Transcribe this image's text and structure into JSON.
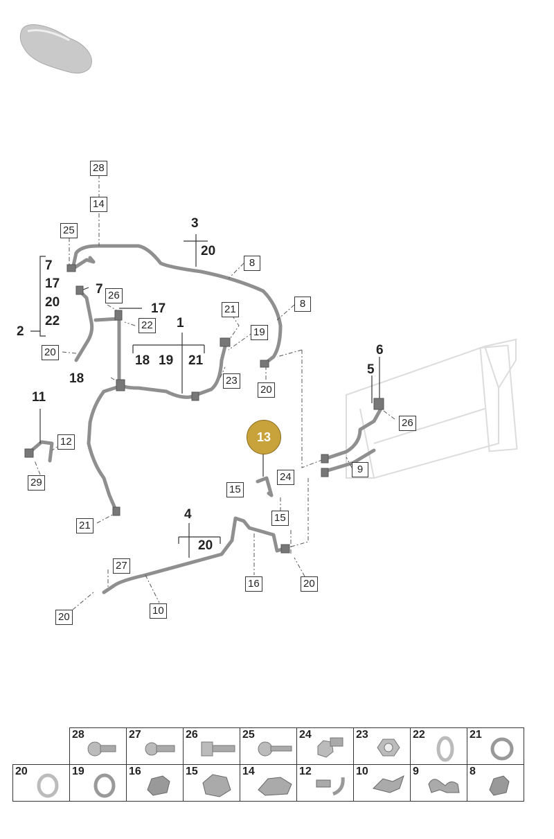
{
  "colors": {
    "part": "#8f8f8f",
    "part_dark": "#666666",
    "radiator": "#d9d9d9",
    "badge": "#c8a23a"
  },
  "badge": "13",
  "labels": {
    "l28a": "28",
    "l14": "14",
    "l25": "25",
    "l3": "3",
    "l20a": "20",
    "l8a": "8",
    "l7": "7",
    "l17": "17",
    "l20b": "20",
    "l22": "22",
    "l7b": "7",
    "l26": "26",
    "l17b": "17",
    "l22b": "22",
    "l2": "2",
    "l21a": "21",
    "l8b": "8",
    "l1": "1",
    "l19": "19",
    "l20c": "20",
    "l18": "18",
    "l19b": "19",
    "l21b": "21",
    "l23": "23",
    "l20d": "20",
    "l18b": "18",
    "l6": "6",
    "l5": "5",
    "l26b": "26",
    "l11": "11",
    "l12": "12",
    "l9": "9",
    "l29": "29",
    "l24": "24",
    "l15": "15",
    "l15b": "15",
    "l21c": "21",
    "l4": "4",
    "l20e": "20",
    "l27": "27",
    "l16": "16",
    "l20f": "20",
    "l20g": "20",
    "l10": "10"
  },
  "legend": {
    "row1": [
      "28",
      "27",
      "26",
      "25",
      "24",
      "23",
      "22",
      "21"
    ],
    "row2": [
      "20",
      "19",
      "16",
      "15",
      "14",
      "12",
      "10",
      "9",
      "8"
    ]
  }
}
